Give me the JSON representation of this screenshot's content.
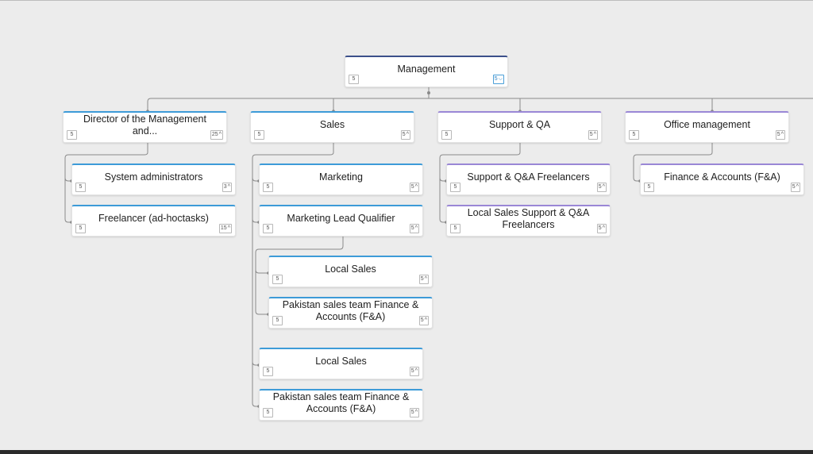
{
  "nodes": [
    {
      "key": "management",
      "title": "Management",
      "count": "5",
      "children": "5",
      "chevron": "⌵"
    },
    {
      "key": "director",
      "title": "Director of the Management and...",
      "count": "5",
      "children": "25",
      "chevron": "^"
    },
    {
      "key": "sales",
      "title": "Sales",
      "count": "5",
      "children": "5",
      "chevron": "^"
    },
    {
      "key": "support_qa",
      "title": "Support & QA",
      "count": "5",
      "children": "5",
      "chevron": "^"
    },
    {
      "key": "office_management",
      "title": "Office management",
      "count": "5",
      "children": "5",
      "chevron": "^"
    },
    {
      "key": "system_admins",
      "title": "System administrators",
      "count": "5",
      "children": "3",
      "chevron": "^"
    },
    {
      "key": "freelancer",
      "title": "Freelancer (ad-hoctasks)",
      "count": "5",
      "children": "15",
      "chevron": "^"
    },
    {
      "key": "marketing",
      "title": "Marketing",
      "count": "5",
      "children": "5",
      "chevron": "^"
    },
    {
      "key": "mlq",
      "title": "Marketing Lead Qualifier",
      "count": "5",
      "children": "5",
      "chevron": "^"
    },
    {
      "key": "local_sales_1",
      "title": "Local Sales",
      "count": "5",
      "children": "5",
      "chevron": "^"
    },
    {
      "key": "pakistan_1",
      "title": "Pakistan sales team Finance & Accounts (F&A)",
      "count": "5",
      "children": "5",
      "chevron": "^"
    },
    {
      "key": "local_sales_2",
      "title": "Local Sales",
      "count": "5",
      "children": "5",
      "chevron": "^"
    },
    {
      "key": "pakistan_2",
      "title": "Pakistan sales team Finance & Accounts (F&A)",
      "count": "5",
      "children": "5",
      "chevron": "^"
    },
    {
      "key": "support_freelancers",
      "title": "Support & Q&A Freelancers",
      "count": "5",
      "children": "5",
      "chevron": "^"
    },
    {
      "key": "local_support_freelancers",
      "title": "Local Sales Support & Q&A Freelancers",
      "count": "5",
      "children": "5",
      "chevron": "^"
    },
    {
      "key": "finance_accounts",
      "title": "Finance & Accounts (F&A)",
      "count": "5",
      "children": "5",
      "chevron": "^"
    }
  ],
  "colors": {
    "background": "#ececec",
    "node_accent_blue": "#3d9bd8",
    "node_accent_purple": "#9a87d6",
    "node_accent_navy": "#3c4f8a",
    "connector": "#8a8a8a"
  },
  "icons": {
    "expand": "chevron-icon",
    "connector_end": "dot-icon"
  }
}
